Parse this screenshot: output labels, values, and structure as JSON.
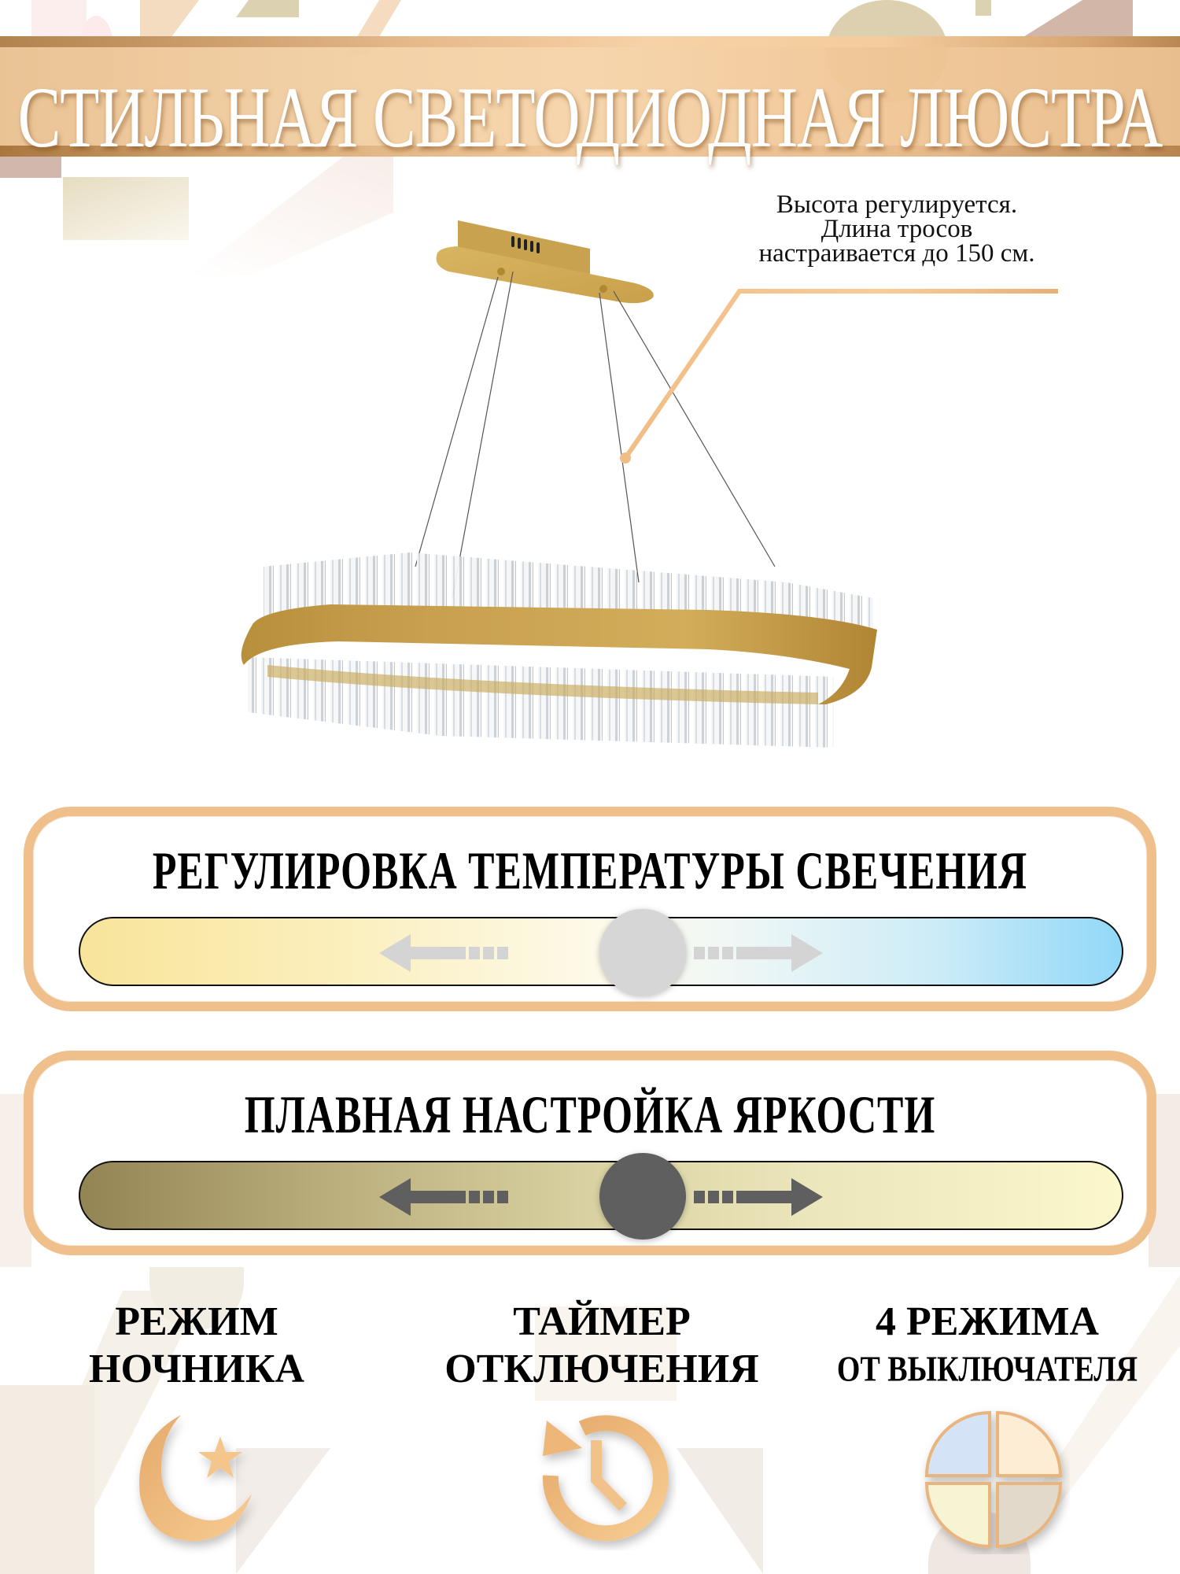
{
  "banner": {
    "title": "СТИЛЬНАЯ СВЕТОДИОДНАЯ ЛЮСТРА"
  },
  "callout": {
    "line1": "Высота регулируется.",
    "line2": "Длина тросов",
    "line3": "настраивается до 150 см."
  },
  "product": {
    "image_alt": "pendant-oval-crystal-chandelier-gold"
  },
  "temperature_panel": {
    "title": "РЕГУЛИРОВКА ТЕМПЕРАТУРЫ СВЕЧЕНИЯ",
    "gradient_start": "#f8e49a",
    "gradient_mid": "#fdfaea",
    "gradient_end": "#92d8f8",
    "knob_color": "#d6d6d6",
    "arrow_color": "#d4d4d4"
  },
  "brightness_panel": {
    "title": "ПЛАВНАЯ НАСТРОЙКА ЯРКОСТИ",
    "gradient_start": "#938553",
    "gradient_mid": "#d8d0a0",
    "gradient_end": "#fbf8cc",
    "knob_color": "#5f5f5f",
    "arrow_color": "#5f5f5f"
  },
  "features": [
    {
      "line1": "РЕЖИМ",
      "line2": "НОЧНИКА",
      "icon": "moon-star-icon"
    },
    {
      "line1": "ТАЙМЕР",
      "line2": "ОТКЛЮЧЕНИЯ",
      "icon": "timer-clock-icon"
    },
    {
      "line1": "4 РЕЖИМА",
      "line2": "ОТ ВЫКЛЮЧАТЕЛЯ",
      "icon": "four-modes-icon"
    }
  ],
  "colors": {
    "accent": "#f0c08c",
    "accent_dark": "#b0834f",
    "icon_fill": "#f2c28b",
    "mode_colors": [
      "#d5e3f7",
      "#fdedd4",
      "#f7f4d4",
      "#e3d9ca"
    ]
  }
}
